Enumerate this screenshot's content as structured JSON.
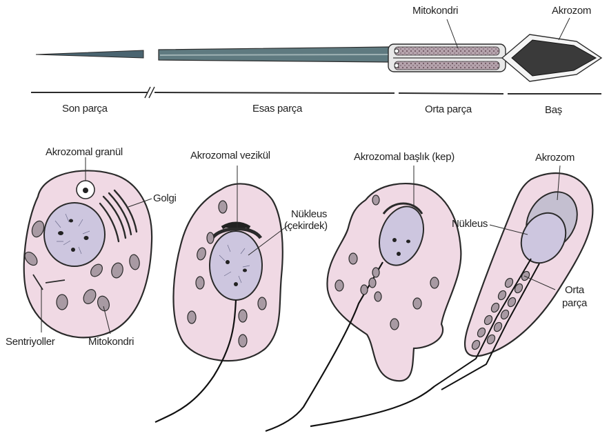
{
  "sperm": {
    "labels": {
      "mitochondria": "Mitokondri",
      "acrosome": "Akrozom"
    },
    "sections": {
      "end_piece": "Son parça",
      "principal_piece": "Esas parça",
      "middle_piece": "Orta parça",
      "head": "Baş"
    }
  },
  "stages": {
    "stage1": {
      "acrosomal_granule": "Akrozomal granül",
      "golgi": "Golgi",
      "centrioles": "Sentriyoller",
      "mitochondria": "Mitokondri"
    },
    "stage2": {
      "acrosomal_vesicle": "Akrozomal vezikül",
      "nucleus": "Nükleus",
      "nucleus_alt": "(çekirdek)"
    },
    "stage3": {
      "acrosomal_cap": "Akrozomal başlık (kep)"
    },
    "stage4": {
      "acrosome": "Akrozom",
      "nucleus": "Nükleus",
      "middle_piece_line1": "Orta",
      "middle_piece_line2": "parça"
    }
  },
  "colors": {
    "cell_fill": "#f0d9e4",
    "nucleus_fill": "#cdc6df",
    "outline": "#2a2a2a",
    "acrosome_fill": "#3a3a3a",
    "mitochondria_fill": "#a89aa3"
  }
}
